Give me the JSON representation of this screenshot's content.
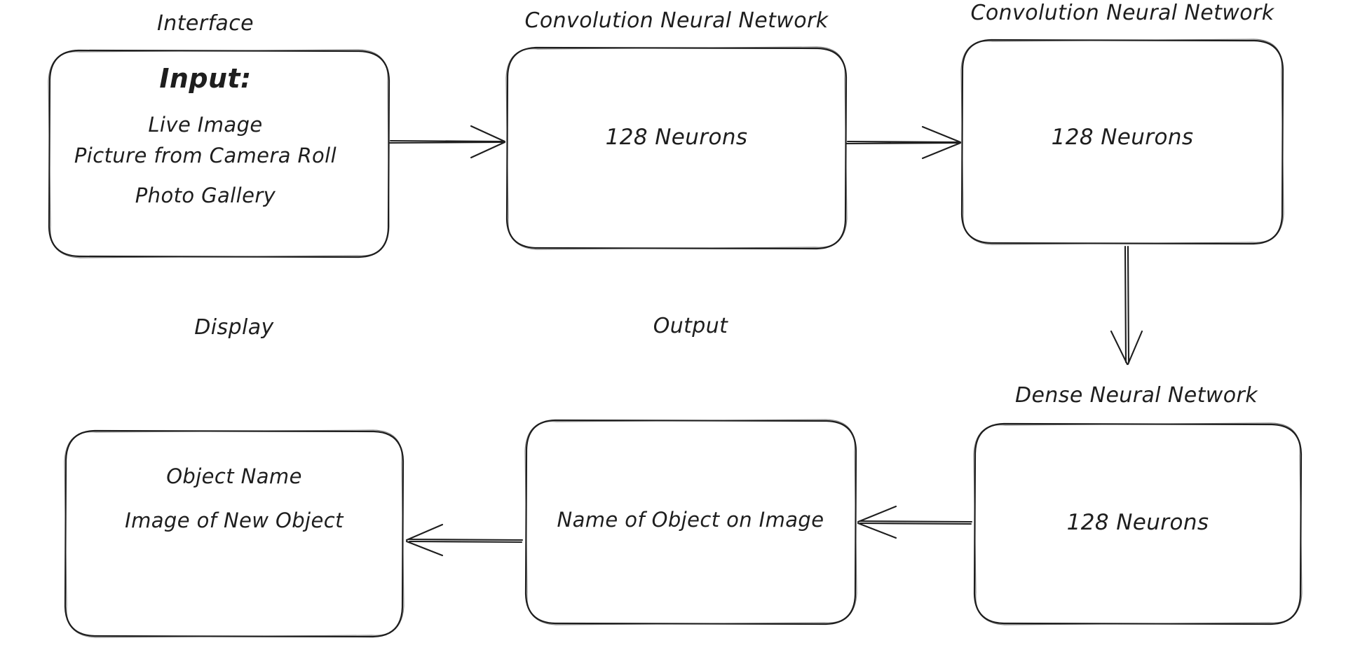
{
  "diagram": {
    "type": "flowchart",
    "style": "hand-drawn",
    "background": "#ffffff",
    "stroke_color": "#1e1e1e",
    "nodes": [
      {
        "id": "interface",
        "title": "Interface",
        "heading": "Input:",
        "lines": [
          "Live Image",
          "Picture from Camera Roll",
          "Photo Gallery"
        ]
      },
      {
        "id": "cnn1",
        "title": "Convolution Neural Network",
        "heading": "",
        "lines": [
          "128 Neurons"
        ]
      },
      {
        "id": "cnn2",
        "title": "Convolution Neural Network",
        "heading": "",
        "lines": [
          "128 Neurons"
        ]
      },
      {
        "id": "dense",
        "title": "Dense Neural Network",
        "heading": "",
        "lines": [
          "128 Neurons"
        ]
      },
      {
        "id": "output",
        "title": "Output",
        "heading": "",
        "lines": [
          "Name of Object on Image"
        ]
      },
      {
        "id": "display",
        "title": "Display",
        "heading": "",
        "lines": [
          "Object Name",
          "Image of New Object"
        ]
      }
    ],
    "edges": [
      {
        "from": "interface",
        "to": "cnn1",
        "direction": "right"
      },
      {
        "from": "cnn1",
        "to": "cnn2",
        "direction": "right"
      },
      {
        "from": "cnn2",
        "to": "dense",
        "direction": "down"
      },
      {
        "from": "dense",
        "to": "output",
        "direction": "left"
      },
      {
        "from": "output",
        "to": "display",
        "direction": "left"
      }
    ]
  }
}
